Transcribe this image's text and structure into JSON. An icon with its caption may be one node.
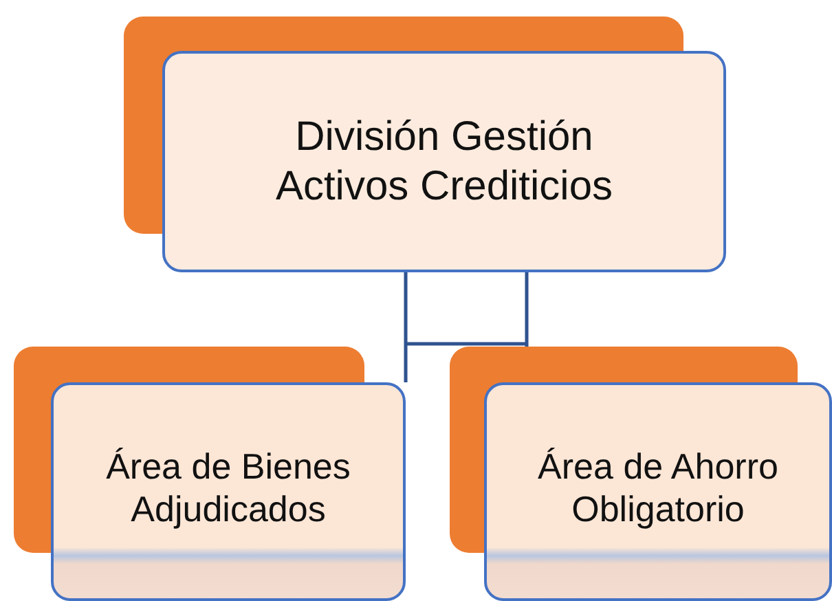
{
  "diagram": {
    "nodes": [
      {
        "text": [
          "División Gestión Activos Crediticios"
        ]
      },
      {
        "text": [
          "Área de Bienes Adjudicados"
        ]
      },
      {
        "text": [
          "Área de Ahorro Obligatorio"
        ]
      }
    ],
    "edges": [
      {
        "from": 0,
        "to": 1,
        "arrow": "none"
      },
      {
        "from": 0,
        "to": 2,
        "arrow": "none"
      }
    ]
  }
}
